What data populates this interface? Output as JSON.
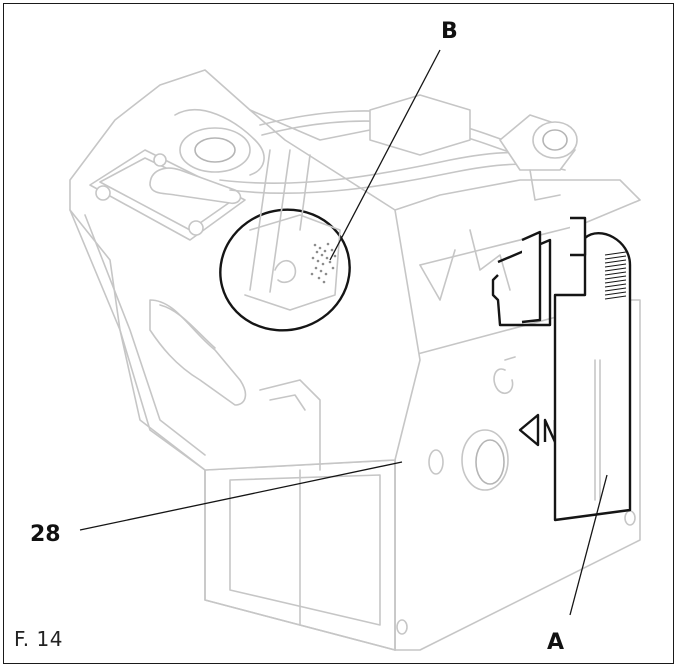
{
  "figure": {
    "label": "F. 14"
  },
  "callouts": {
    "b": "B",
    "a": "A",
    "c28": "28"
  }
}
